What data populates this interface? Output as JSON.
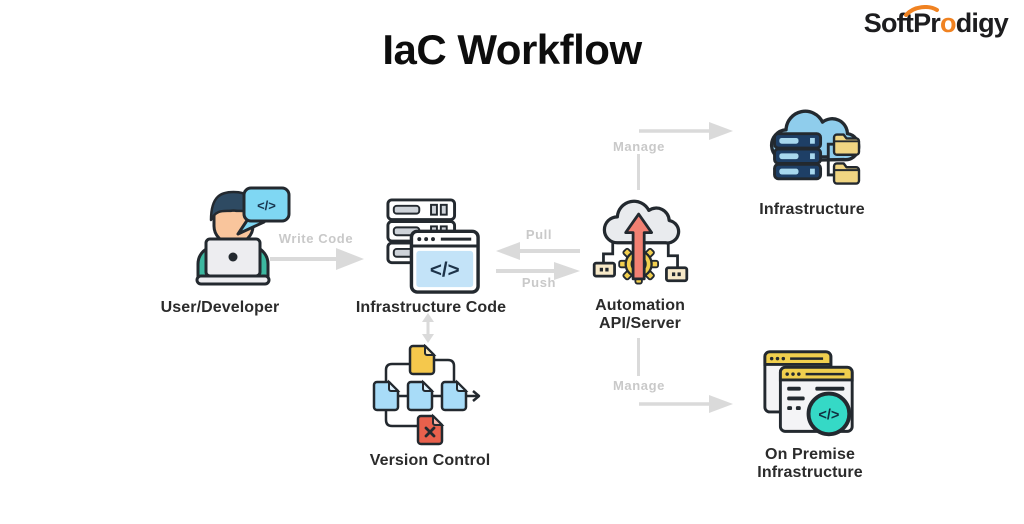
{
  "title": "IaC Workflow",
  "logo": {
    "full": "SoftProdigy",
    "soft": "Soft",
    "pr": "Pr",
    "o": "o",
    "digy": "digy"
  },
  "glyphs": {
    "code": "</>"
  },
  "nodes": {
    "user": {
      "label": "User/Developer",
      "icon": "developer-laptop-chat-icon"
    },
    "infra_code": {
      "label": "Infrastructure Code",
      "icon": "servers-code-window-icon"
    },
    "automation": {
      "label_line1": "Automation",
      "label_line2": "API/Server",
      "icon": "cloud-gear-upload-icon"
    },
    "infrastructure": {
      "label": "Infrastructure",
      "icon": "cloud-servers-folders-icon"
    },
    "version_control": {
      "label": "Version Control",
      "icon": "git-file-graph-icon"
    },
    "on_premise": {
      "label_line1": "On Premise",
      "label_line2": "Infrastructure",
      "icon": "browser-windows-code-icon"
    }
  },
  "edges": {
    "write_code": {
      "label": "Write Code",
      "from": "user",
      "to": "infra_code",
      "direction": "right"
    },
    "pull": {
      "label": "Pull",
      "from": "automation",
      "to": "infra_code",
      "direction": "left"
    },
    "push": {
      "label": "Push",
      "from": "infra_code",
      "to": "automation",
      "direction": "right"
    },
    "manage_top": {
      "label": "Manage",
      "from": "automation",
      "to": "infrastructure",
      "direction": "up-right"
    },
    "manage_bottom": {
      "label": "Manage",
      "from": "automation",
      "to": "on_premise",
      "direction": "down-right"
    },
    "sync": {
      "label": "",
      "from": "infra_code",
      "to": "version_control",
      "direction": "both"
    }
  },
  "colors": {
    "background": "#ffffff",
    "title_text": "#0d0d0d",
    "node_label": "#2b2b2b",
    "edge_label": "#c9c9c9",
    "arrow": "#dadada",
    "outline": "#23292f",
    "logo_orange": "#f08221",
    "logo_dark": "#1d1d1f",
    "teal": "#3cb8a0",
    "sky_blue": "#8fcdec",
    "light_blue": "#c3e3f8",
    "yellow": "#f2cf4e",
    "salmon": "#f28072",
    "red_file": "#e8604c",
    "navy": "#1e3f66",
    "cloud_gray": "#e9ebee",
    "cream": "#f7e9c8",
    "mint": "#35d9c6"
  }
}
